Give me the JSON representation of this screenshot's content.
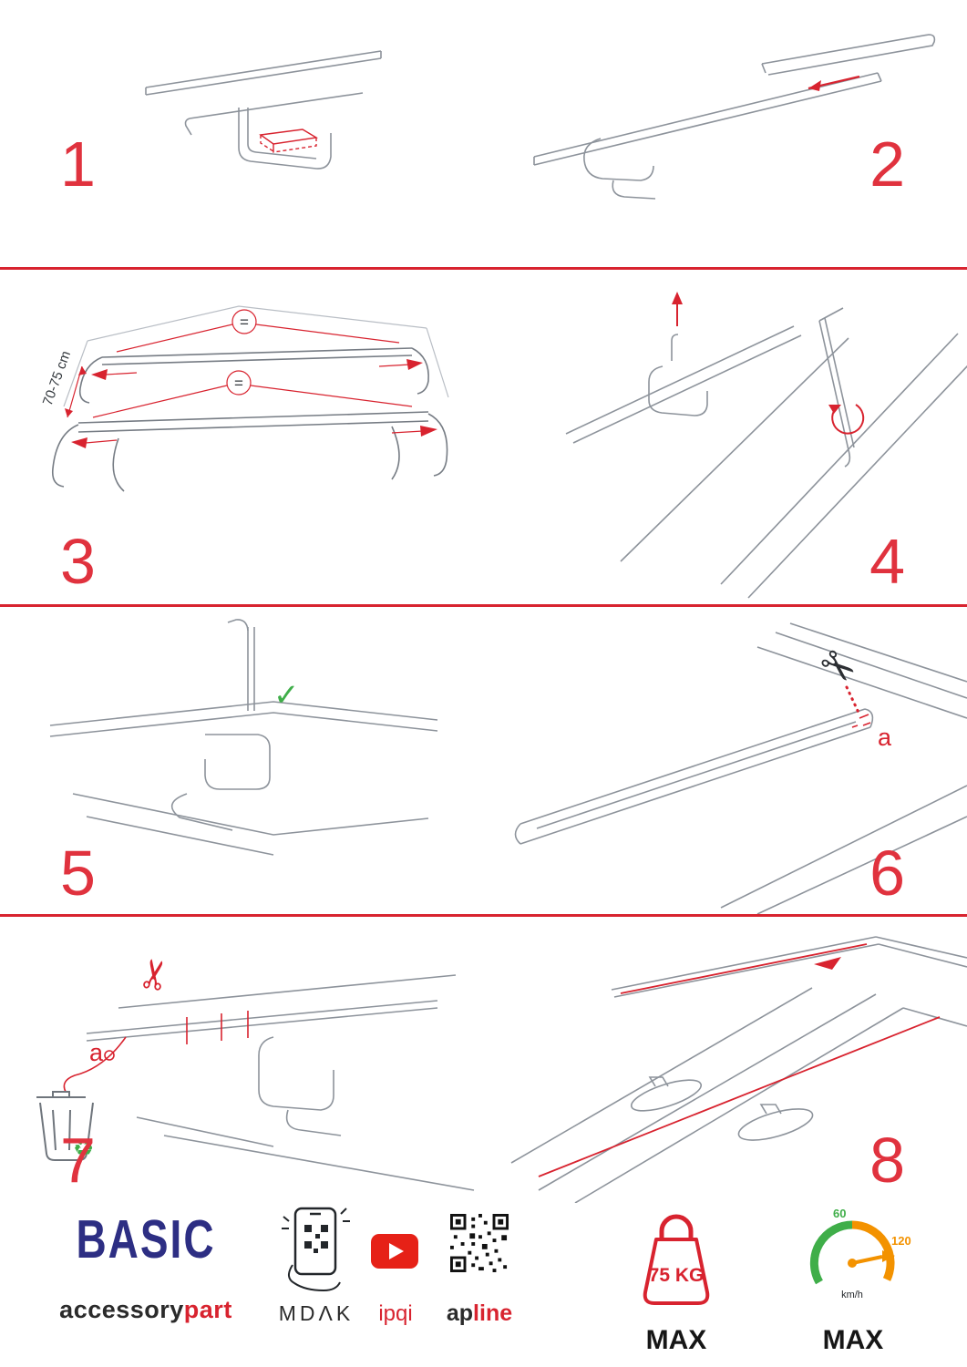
{
  "colors": {
    "accent_red": "#d8232f",
    "brand_blue": "#2d2e83",
    "green": "#3fae49",
    "orange": "#f39200",
    "youtube_red": "#e62117"
  },
  "icons": {
    "scissors": "✂",
    "check": "✓",
    "recycle": "♻"
  },
  "steps": {
    "s1": {
      "number": "1"
    },
    "s2": {
      "number": "2"
    },
    "s3": {
      "number": "3",
      "dimension": "70-75 cm",
      "equal": "="
    },
    "s4": {
      "number": "4"
    },
    "s5": {
      "number": "5"
    },
    "s6": {
      "number": "6",
      "label_a": "a"
    },
    "s7": {
      "number": "7",
      "label_a": "a"
    },
    "s8": {
      "number": "8"
    }
  },
  "footer": {
    "product": "BASIC",
    "brand": {
      "black": "accessory",
      "red": "part"
    },
    "app": "MDΛK",
    "youtube": "ipqi",
    "qr": {
      "black": "ap",
      "red": "line"
    },
    "weight": {
      "value": "75 KG",
      "max": "MAX"
    },
    "speed": {
      "low": "60",
      "high": "120",
      "unit": "km/h",
      "max": "MAX"
    }
  }
}
